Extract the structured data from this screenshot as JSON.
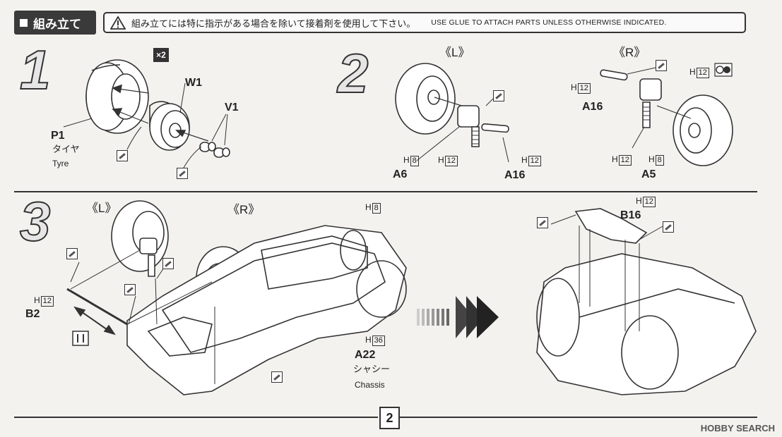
{
  "header": {
    "title": "組み立て",
    "warning_jp": "組み立てには特に指示がある場合を除いて接着剤を使用して下さい。",
    "warning_en": "USE GLUE TO ATTACH PARTS UNLESS OTHERWISE INDICATED."
  },
  "steps": {
    "s1": "1",
    "s2": "2",
    "s3": "3"
  },
  "step1": {
    "qty": "×2",
    "w1": "W1",
    "v1": "V1",
    "p1": "P1",
    "p1_jp": "タイヤ",
    "p1_en": "Tyre"
  },
  "step2": {
    "left": "《L》",
    "right": "《R》",
    "a6": "A6",
    "a16_left": "A16",
    "a16_right": "A16",
    "a5": "A5",
    "h8_a": "8",
    "h12_a": "12",
    "h12_b": "12",
    "h12_c": "12",
    "h12_d": "12",
    "h12_e": "12",
    "h8_b": "8"
  },
  "step3": {
    "left": "《L》",
    "right": "《R》",
    "b2": "B2",
    "h12_b2": "12",
    "a22": "A22",
    "a22_jp": "シャシー",
    "a22_en": "Chassis",
    "h36": "36",
    "h8": "8",
    "b16": "B16",
    "h12_b16": "12"
  },
  "footer": {
    "page": "2",
    "watermark": "HOBBY SEARCH"
  }
}
